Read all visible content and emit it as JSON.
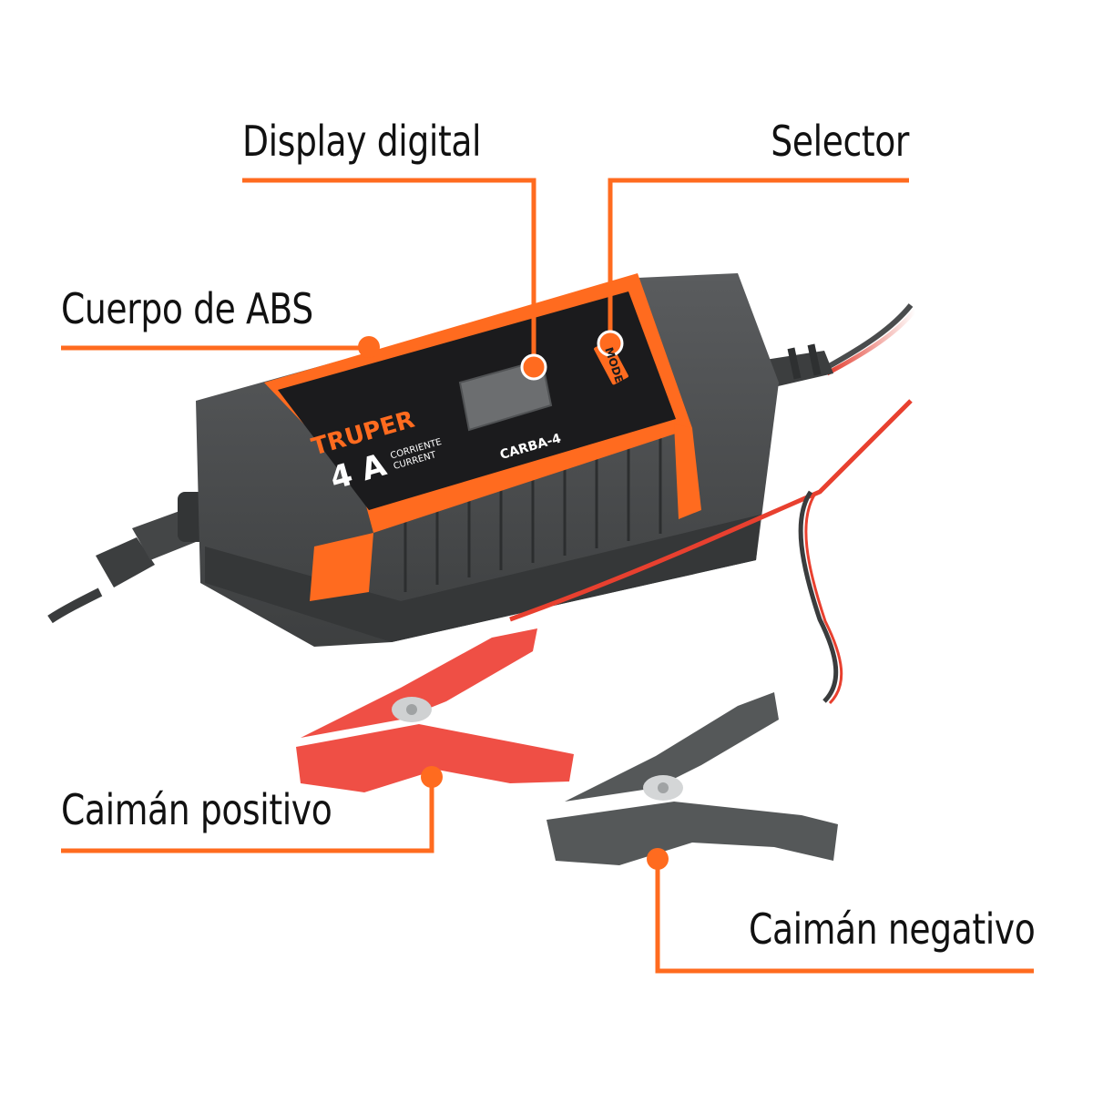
{
  "product": {
    "brand": "TRUPER",
    "model": "CARBA-4",
    "current_value": "4 A",
    "current_label_es": "CORRIENTE",
    "current_label_en": "CURRENT",
    "mode_button": "MODE"
  },
  "callouts": {
    "display": "Display digital",
    "selector": "Selector",
    "body": "Cuerpo de ABS",
    "positive_clamp": "Caimán positivo",
    "negative_clamp": "Caimán negativo"
  },
  "colors": {
    "accent_orange": "#ff6b1f",
    "body_gray": "#4a4c4d",
    "panel_black": "#1b1b1d",
    "clamp_red": "#ef4f45",
    "clamp_gray": "#555859"
  }
}
